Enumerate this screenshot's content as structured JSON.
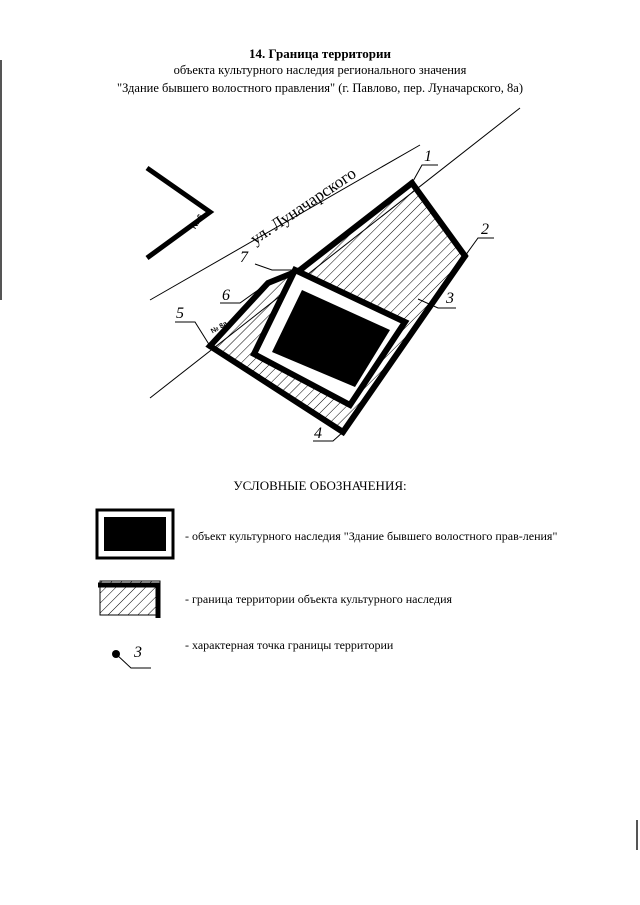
{
  "title": "14. Граница территории",
  "subtitle_line1": "объекта культурного наследия регионального значения",
  "subtitle_line2": "\"Здание бывшего волостного правления\" (г. Павлово, пер. Луначарского, 8а)",
  "map": {
    "street_label": "ул. Луначарского",
    "neighbor_house_label": "№ 6",
    "site_house_label": "№ 8а",
    "boundary_points": [
      "1",
      "2",
      "3",
      "4",
      "5",
      "6",
      "7"
    ]
  },
  "legend": {
    "heading": "УСЛОВНЫЕ ОБОЗНАЧЕНИЯ:",
    "items": [
      {
        "symbol": "heritage-object",
        "text": "- объект культурного наследия \"Здание бывшего волостного прав-ления\""
      },
      {
        "symbol": "territory-boundary",
        "text": "- граница территории объекта культурного наследия"
      },
      {
        "symbol": "boundary-point",
        "point_label": "3",
        "text": "- характерная точка границы территории"
      }
    ]
  },
  "colors": {
    "ink": "#000000",
    "paper": "#ffffff",
    "hatch": "#000000"
  }
}
